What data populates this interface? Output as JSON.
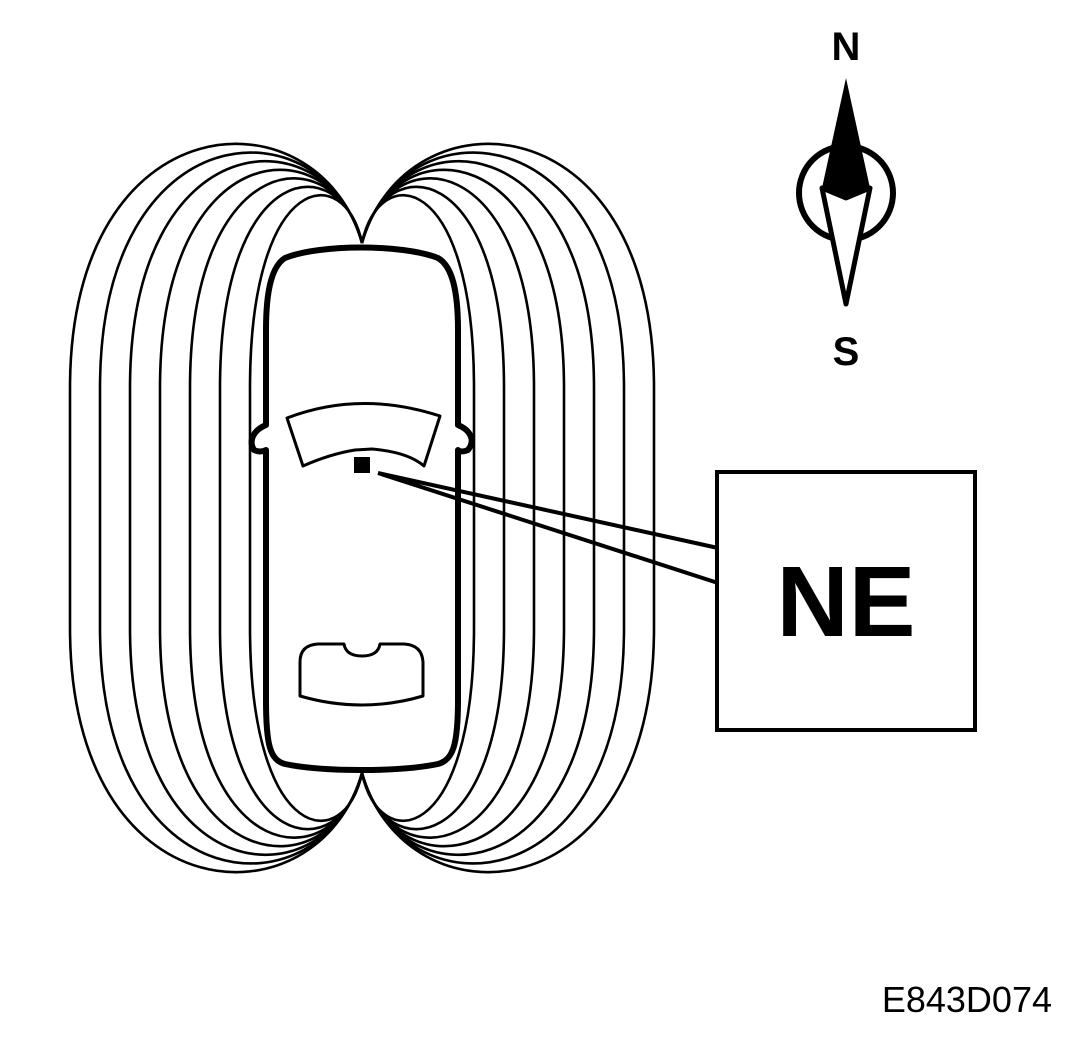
{
  "diagram": {
    "compass": {
      "north_label": "N",
      "south_label": "S",
      "needle_icon": "compass-needle-icon"
    },
    "sensor_label": "NE",
    "reference_code": "E843D074",
    "colors": {
      "ink": "#000000",
      "paper": "#ffffff"
    }
  }
}
